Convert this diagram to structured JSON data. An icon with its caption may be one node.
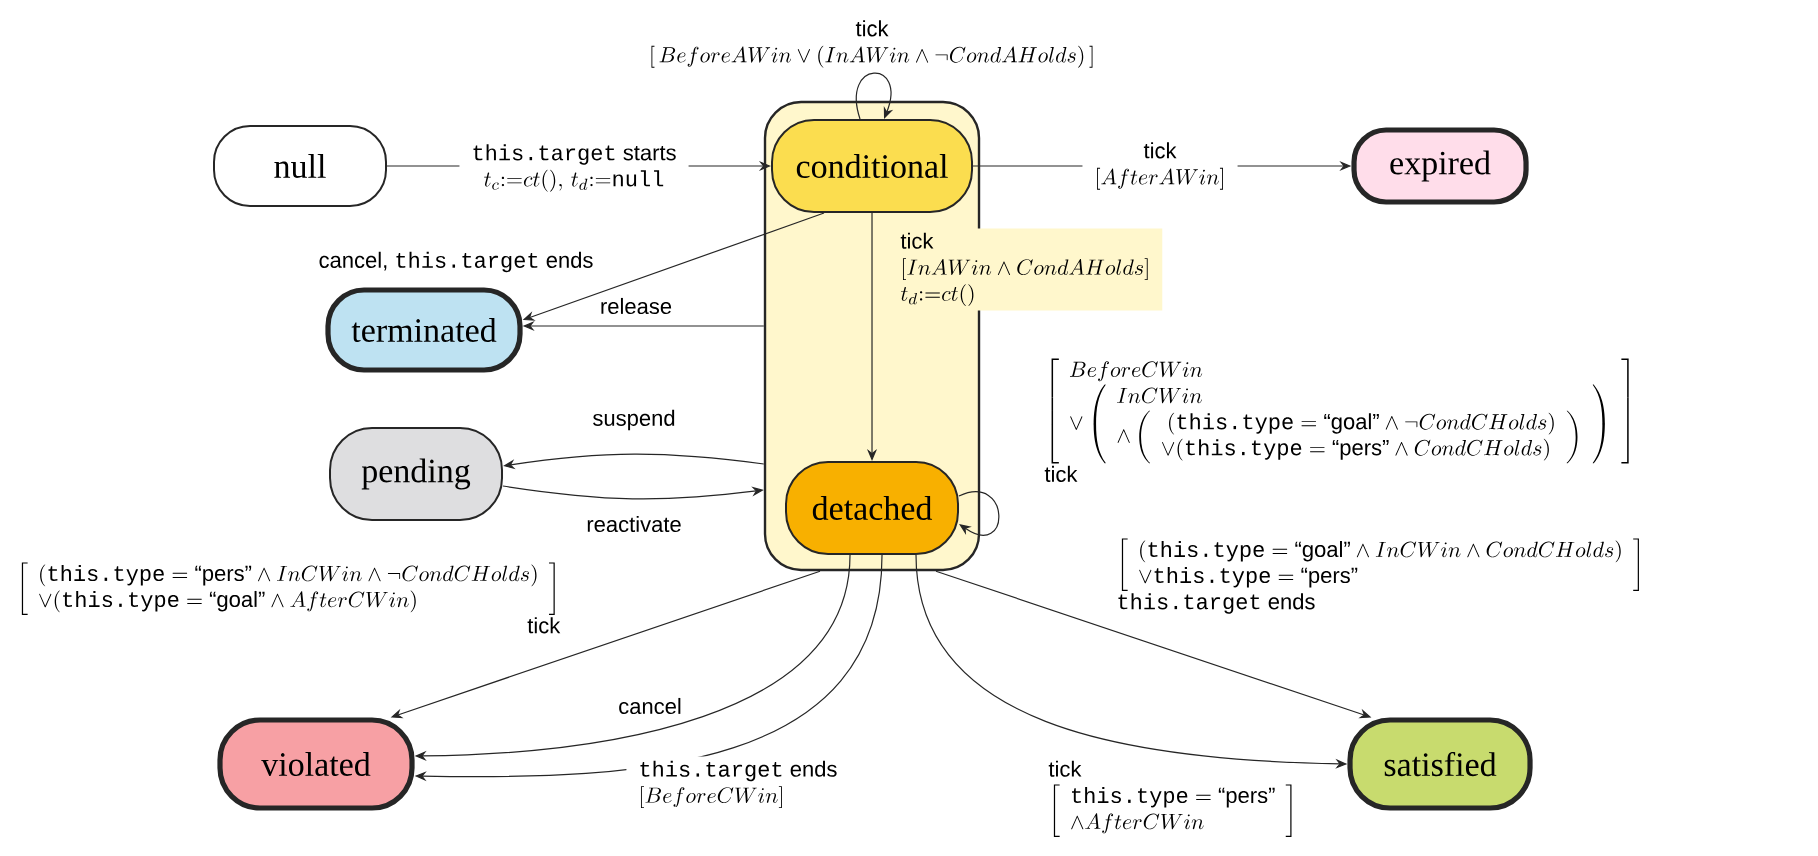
{
  "diagram": {
    "nodes": [
      {
        "text": [
          "null"
        ]
      },
      {
        "text": [],
        "shape": "box"
      },
      {
        "text": [
          "conditional"
        ],
        "in": 1
      },
      {
        "text": [
          "detached"
        ],
        "in": 1
      },
      {
        "text": [
          "expired"
        ]
      },
      {
        "text": [
          "terminated"
        ]
      },
      {
        "text": [
          "pending"
        ]
      },
      {
        "text": [
          "violated"
        ]
      },
      {
        "text": [
          "satisfied"
        ]
      }
    ],
    "edges": [
      {
        "from": 0,
        "to": 2,
        "arrow": "to",
        "label": "\\begin{array}{c}\\text{\\texttt{this.target} starts}\\\\ t_c{:=}ct(),\\, t_d{:=}\\texttt{null}\\end{array}"
      },
      {
        "from": 2,
        "to": 2,
        "arrow": "to",
        "label": "\\begin{array}{c}\\text{tick}\\\\ \\left[\\, BeforeAWin \\vee \\left( InAWin \\wedge \\neg CondAHolds\\right)\\,\\right]\\end{array}"
      },
      {
        "from": 2,
        "to": 4,
        "arrow": "to",
        "label": "\\begin{array}{c}\\text{tick}\\\\ \\left[AfterAWin\\right]\\end{array}"
      },
      {
        "from": 2,
        "to": 5,
        "arrow": "to",
        "label": "\\text{cancel, \\texttt{this.target} ends}"
      },
      {
        "from": 1,
        "to": 5,
        "arrow": "to",
        "label": "\\text{release}"
      },
      {
        "from": 2,
        "to": 3,
        "arrow": "to",
        "label": "\\begin{array}{l}\\text{tick}\\\\ \\left[InAWin \\wedge CondAHolds\\right]\\\\ t_d{:=}ct()\\end{array}"
      },
      {
        "from": 1,
        "to": 6,
        "arrow": "to",
        "label": "\\text{suspend}"
      },
      {
        "from": 6,
        "to": 1,
        "arrow": "to",
        "label": "\\text{reactivate}"
      },
      {
        "from": 3,
        "to": 3,
        "arrow": "to",
        "label": "\\begin{array}{l}\\left[\\begin{array}{l} BeforeCWin \\\\ \\vee \\left(\\begin{array}{l} InCWin \\\\ \\wedge \\left(\\begin{array}{l} \\;(\\texttt{this.type} = \\text{“goal”} \\wedge \\neg CondCHolds) \\\\ \\vee(\\texttt{this.type} = \\text{“pers”} \\wedge CondCHolds)\\end{array}\\right)\\end{array}\\right)\\end{array}\\right]\\\\ \\text{tick}\\end{array}"
      },
      {
        "from": 1,
        "to": 7,
        "arrow": "to",
        "label": "\\begin{array}{r}\\left[\\begin{array}{l}(\\texttt{this.type} = \\text{“pers”} \\wedge InCWin \\wedge \\neg CondCHolds)\\\\ \\vee(\\texttt{this.type} = \\text{“goal”} \\wedge AfterCWin)\\end{array}\\right]\\\\ \\text{tick}\\end{array}"
      },
      {
        "from": 3,
        "to": 7,
        "arrow": "to",
        "label": "\\text{cancel}"
      },
      {
        "from": 3,
        "to": 7,
        "arrow": "to",
        "label": "\\begin{array}{l}\\text{\\texttt{this.target} ends}\\\\ \\left[BeforeCWin\\right]\\end{array}"
      },
      {
        "from": 3,
        "to": 8,
        "arrow": "to",
        "label": "\\begin{array}{l}\\text{tick}\\\\ \\left[\\begin{array}{l}\\texttt{this.type} = \\text{“pers”}\\\\ \\wedge AfterCWin\\end{array}\\right]\\end{array}"
      },
      {
        "from": 1,
        "to": 8,
        "arrow": "to",
        "label": "\\begin{array}{l}\\left[\\begin{array}{l}(\\texttt{this.type} = \\text{“goal”} \\wedge InCWin \\wedge CondCHolds)\\\\ \\vee\\texttt{this.type} = \\text{“pers”}\\end{array}\\right]\\\\ \\text{\\texttt{this.target} ends}\\end{array}"
      }
    ]
  }
}
